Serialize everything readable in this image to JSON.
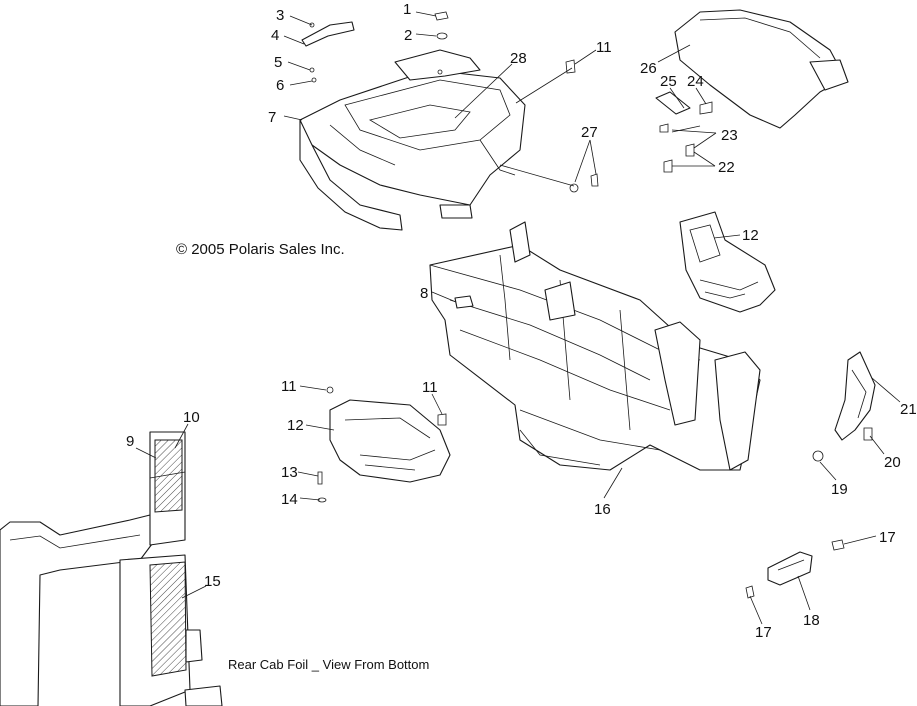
{
  "copyright": "© 2005 Polaris Sales Inc.",
  "view_note": "Rear Cab Foil _ View From Bottom",
  "callouts": [
    "1",
    "2",
    "3",
    "4",
    "5",
    "6",
    "7",
    "28",
    "11",
    "26",
    "25",
    "24",
    "23",
    "22",
    "27",
    "12",
    "8",
    "11",
    "11",
    "12",
    "13",
    "14",
    "10",
    "9",
    "15",
    "16",
    "21",
    "20",
    "19",
    "17",
    "18",
    "17"
  ]
}
